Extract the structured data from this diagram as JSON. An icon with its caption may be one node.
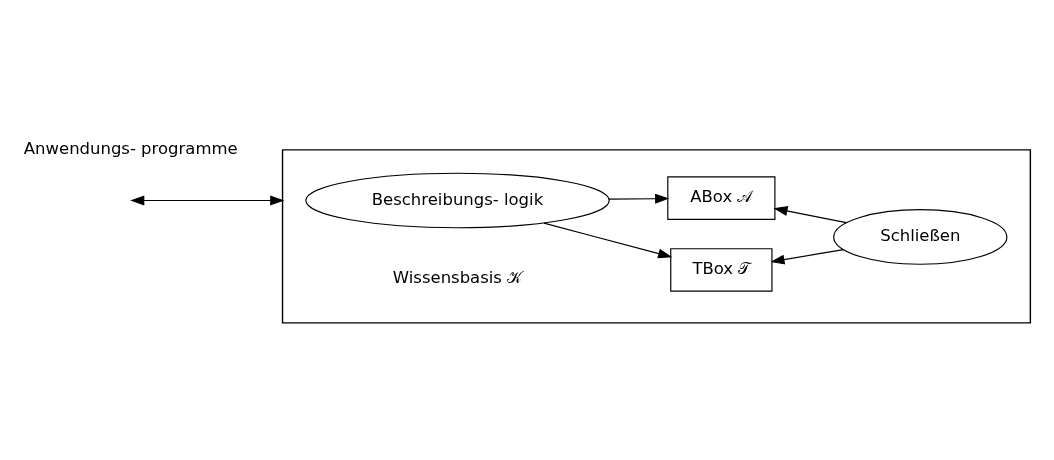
{
  "diagram": {
    "nodes": [
      {
        "text": [],
        "shape": "box"
      },
      {
        "text": [
          "Beschreibungs- logik"
        ],
        "in": 0
      },
      {
        "text": [
          "TBox 𝒯"
        ],
        "in": 0
      },
      {
        "text": [
          "ABox 𝒜"
        ],
        "in": 0
      },
      {
        "text": [
          "Schließen"
        ],
        "in": 0
      }
    ],
    "edges": [
      {
        "from": 1,
        "to": 2,
        "arrow": "to"
      },
      {
        "from": 1,
        "to": 3,
        "arrow": "to"
      },
      {
        "from": 4,
        "to": 2,
        "arrow": "to"
      },
      {
        "from": 4,
        "to": 3,
        "arrow": "to"
      },
      {
        "from": null,
        "to": 0,
        "arrow": "both"
      }
    ],
    "labels": [
      "Wissensbasis 𝒦",
      "Anwendungs- programme"
    ]
  }
}
